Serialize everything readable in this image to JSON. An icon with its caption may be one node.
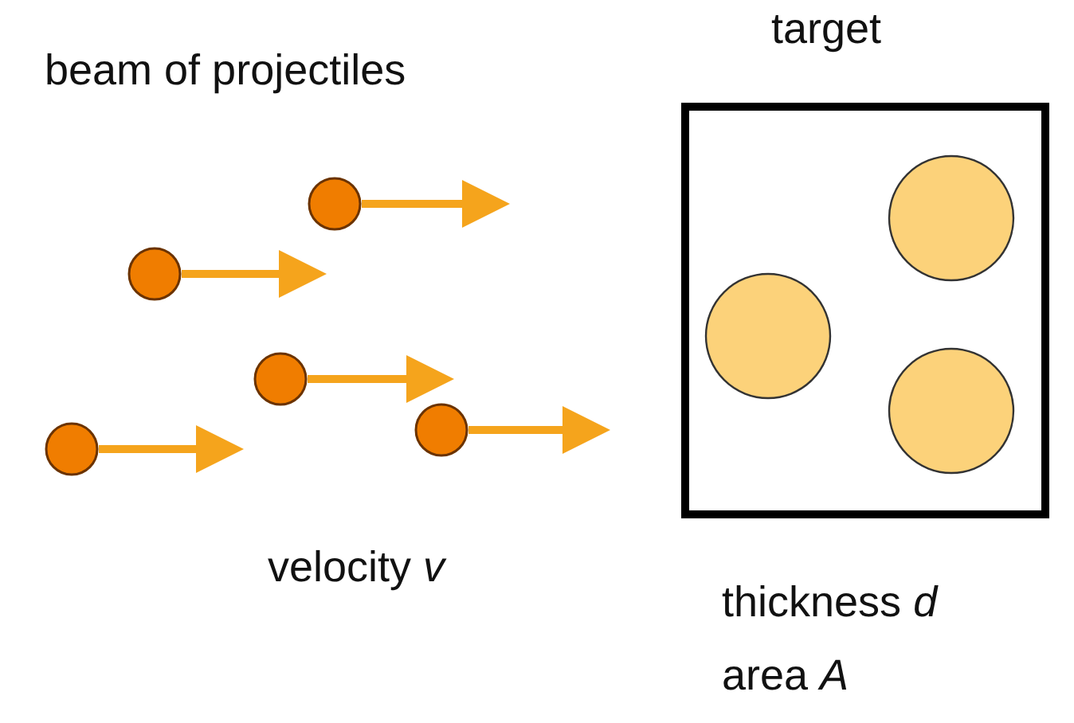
{
  "diagram": {
    "labels": [
      "beam of projectiles",
      "target",
      "velocity *v*",
      "thickness *d*",
      "area *A*"
    ]
  }
}
